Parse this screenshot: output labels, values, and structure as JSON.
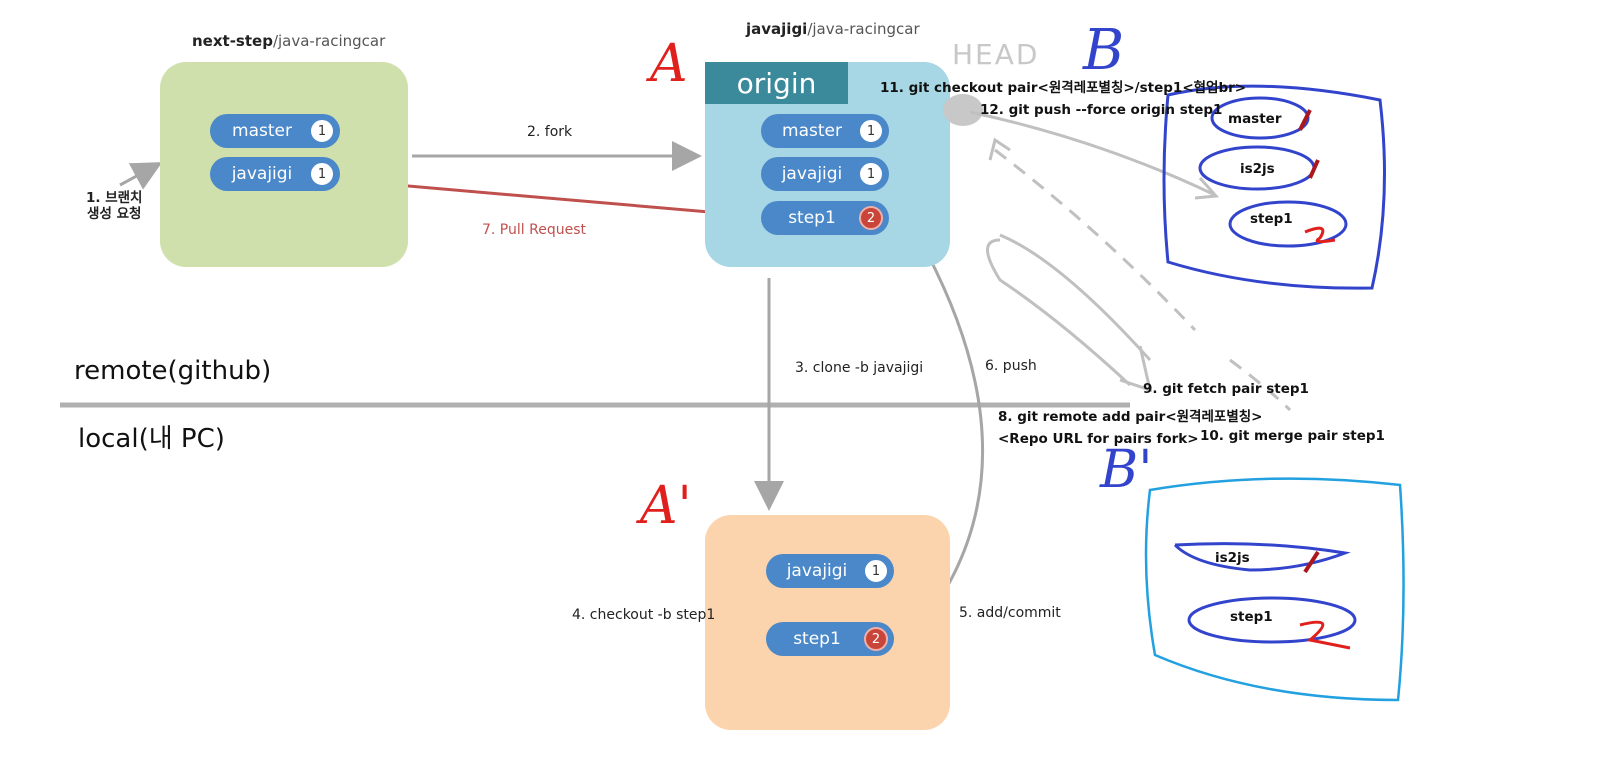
{
  "upstream": {
    "owner": "next-step",
    "repo": "/java-racingcar",
    "branches": [
      {
        "name": "master",
        "count": "1"
      },
      {
        "name": "javajigi",
        "count": "1"
      }
    ]
  },
  "origin": {
    "owner": "javajigi",
    "repo": "/java-racingcar",
    "header": "origin",
    "branches": [
      {
        "name": "master",
        "count": "1"
      },
      {
        "name": "javajigi",
        "count": "1"
      },
      {
        "name": "step1",
        "count": "2"
      }
    ]
  },
  "local": {
    "branches": [
      {
        "name": "javajigi",
        "count": "1"
      },
      {
        "name": "step1",
        "count": "2"
      }
    ]
  },
  "steps": {
    "s1": "1. 브랜치\n생성 요청",
    "s2": "2. fork",
    "s3": "3. clone -b javajigi",
    "s4": "4. checkout -b step1",
    "s5": "5. add/commit",
    "s6": "6. push",
    "s7": "7. Pull Request",
    "s8a": "8. git remote add pair<원격레포별칭>",
    "s8b": "<Repo URL for pairs fork>",
    "s9": "9. git fetch pair step1",
    "s10": "10. git merge pair step1",
    "s11": "11. git checkout pair<원격레포별칭>/step1<협업br>",
    "s12": "12. git push --force origin step1"
  },
  "zones": {
    "remote": "remote(github)",
    "local": "local(내 PC)"
  },
  "annotations": {
    "A": "A",
    "A_prime": "A'",
    "B": "B",
    "B_prime": "B'",
    "HEAD": "HEAD",
    "remote_b_branches": [
      {
        "name": "master",
        "mark": "1"
      },
      {
        "name": "is2js",
        "mark": "1"
      },
      {
        "name": "step1",
        "mark": "2"
      }
    ],
    "local_b_branches": [
      {
        "name": "is2js",
        "mark": "1"
      },
      {
        "name": "step1",
        "mark": "2"
      }
    ]
  },
  "colors": {
    "upstream_box": "#cfe0ad",
    "origin_box": "#a7d6e5",
    "origin_header": "#3a8a9c",
    "local_box": "#fbd4ad",
    "pill": "#4a88c9",
    "pull_request": "#c0504d",
    "arrow": "#a6a6a6",
    "marker_red": "#e0201c",
    "marker_blue": "#3344cc",
    "marker_cyan": "#22a0e0"
  }
}
